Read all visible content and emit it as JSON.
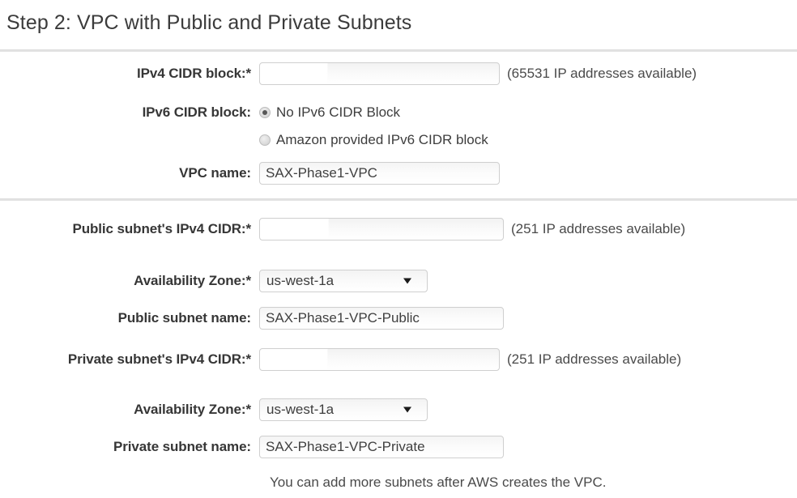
{
  "page": {
    "title": "Step 2: VPC with Public and Private Subnets",
    "footnote": "You can add more subnets after AWS creates the VPC."
  },
  "form": {
    "ipv4_cidr": {
      "label": "IPv4 CIDR block:*",
      "value": "",
      "placeholder": "",
      "hint": "(65531 IP addresses available)"
    },
    "ipv6_cidr": {
      "label": "IPv6 CIDR block:",
      "options": [
        {
          "label": "No IPv6 CIDR Block",
          "selected": true
        },
        {
          "label": "Amazon provided IPv6 CIDR block",
          "selected": false
        }
      ]
    },
    "vpc_name": {
      "label": "VPC name:",
      "value": "SAX-Phase1-VPC",
      "placeholder": ""
    },
    "public_subnet_cidr": {
      "label": "Public subnet's IPv4 CIDR:*",
      "value": "",
      "placeholder": "",
      "hint": "(251 IP addresses available)"
    },
    "public_az": {
      "label": "Availability Zone:*",
      "value": "us-west-1a",
      "caret_icon": "chevron-down-icon"
    },
    "public_subnet_name": {
      "label": "Public subnet name:",
      "value": "SAX-Phase1-VPC-Public",
      "placeholder": ""
    },
    "private_subnet_cidr": {
      "label": "Private subnet's IPv4 CIDR:*",
      "value": "",
      "placeholder": "",
      "hint": "(251 IP addresses available)"
    },
    "private_az": {
      "label": "Availability Zone:*",
      "value": "us-west-1a",
      "caret_icon": "chevron-down-icon"
    },
    "private_subnet_name": {
      "label": "Private subnet name:",
      "value": "SAX-Phase1-VPC-Private",
      "placeholder": ""
    }
  },
  "colors": {
    "text": "#333333",
    "label": "#363636",
    "divider": "#e3e3e3",
    "input_border": "#cfcfcf",
    "radio_dot": "#575757",
    "caret": "#1a1a1a"
  }
}
